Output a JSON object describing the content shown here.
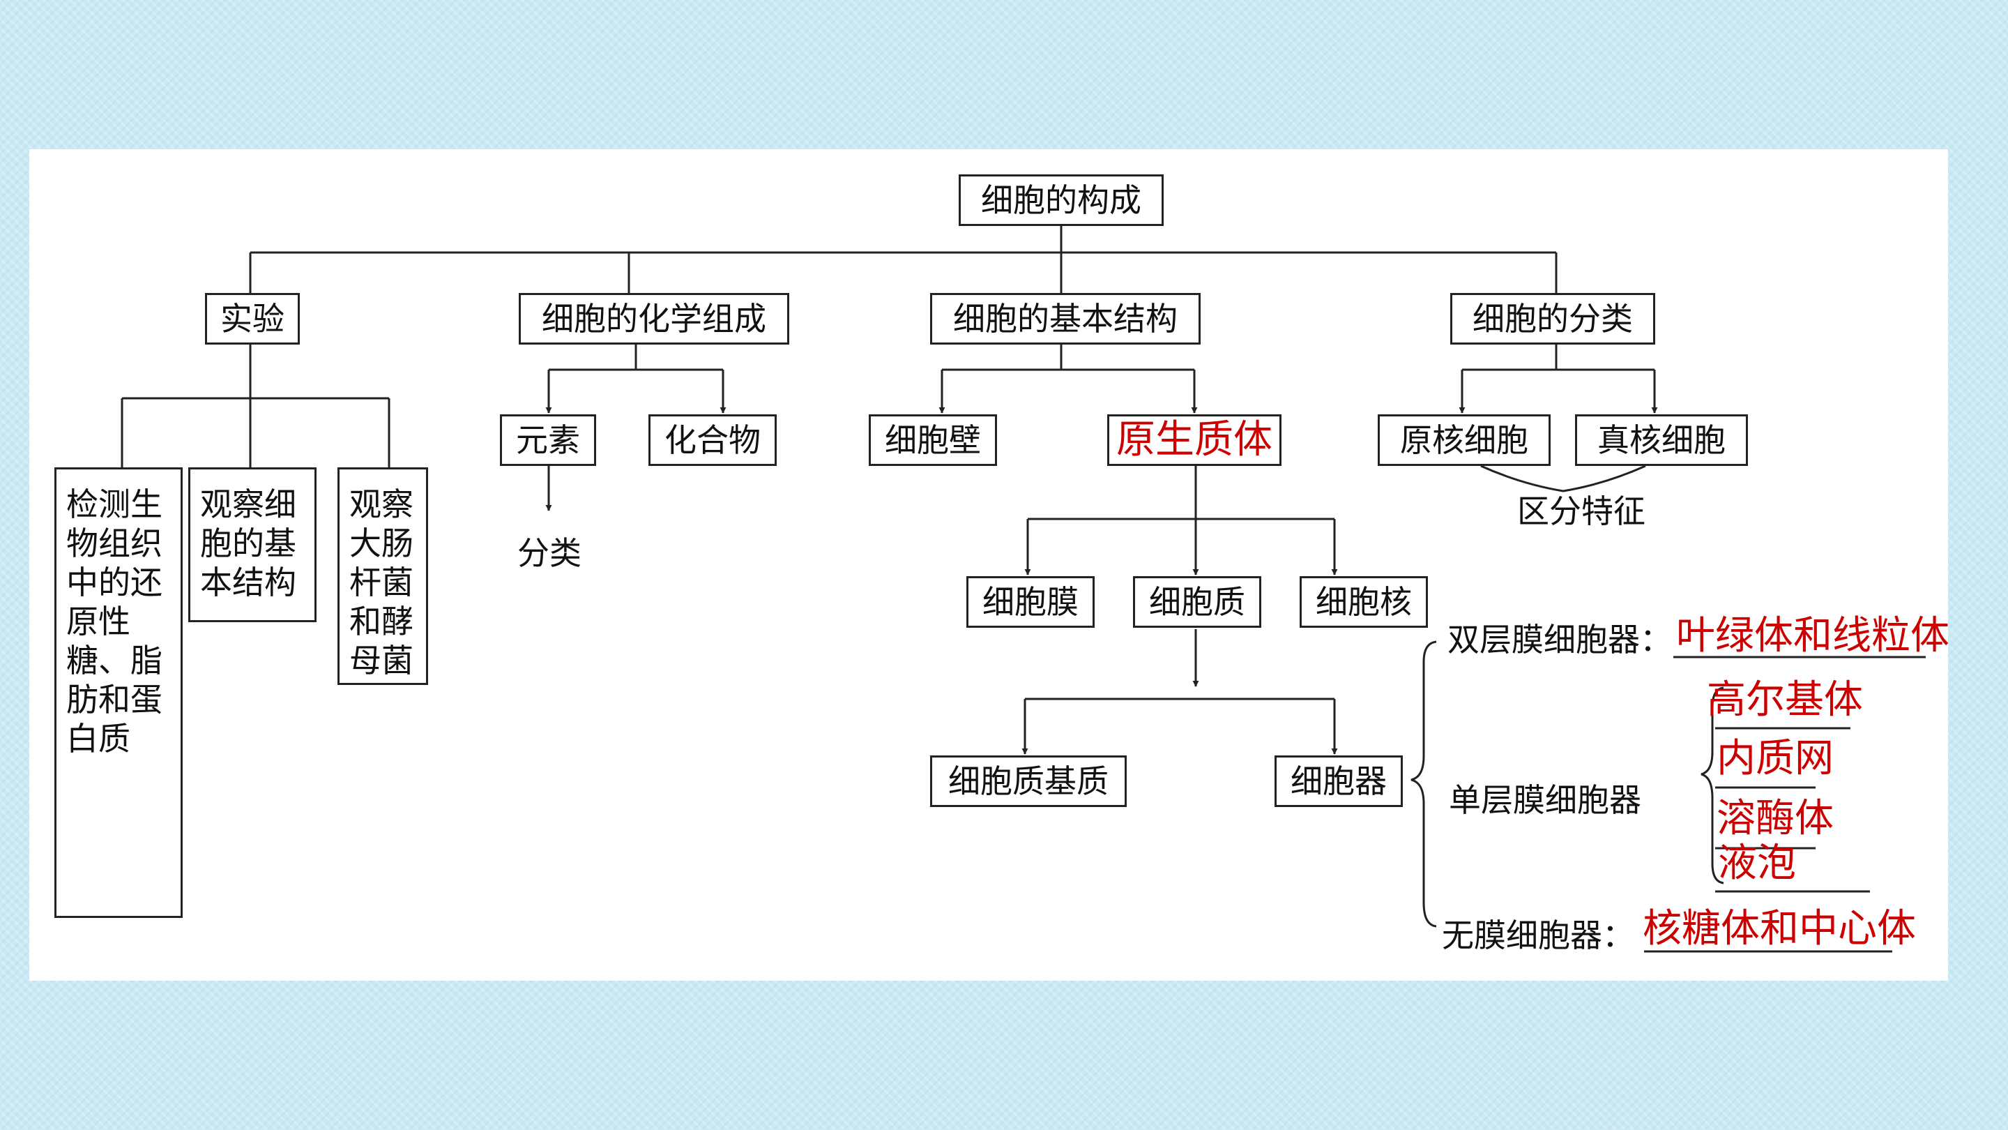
{
  "root": "细胞的构成",
  "level1": {
    "experiment": "实验",
    "chemical": "细胞的化学组成",
    "structure": "细胞的基本结构",
    "classification": "细胞的分类"
  },
  "experiments": [
    "检测生物组织中的还原性糖、脂肪和蛋白质",
    "观察细胞的基本结构",
    "观察大肠杆菌和酵母菌"
  ],
  "chemical": {
    "element": "元素",
    "compound": "化合物",
    "element_note": "分类"
  },
  "structure": {
    "cell_wall": "细胞壁",
    "protoplast": "原生质体"
  },
  "classification": {
    "prokaryote": "原核细胞",
    "eukaryote": "真核细胞",
    "note": "区分特征"
  },
  "protoplast": {
    "membrane": "细胞膜",
    "cytoplasm": "细胞质",
    "nucleus": "细胞核"
  },
  "cytoplasm": {
    "matrix": "细胞质基质",
    "organelle": "细胞器"
  },
  "organelles": {
    "double_label": "双层膜细胞器：",
    "double_answer": "叶绿体和线粒体",
    "single_label": "单层膜细胞器",
    "single_answers": [
      "高尔基体",
      "内质网",
      "溶酶体",
      "液泡"
    ],
    "none_label": "无膜细胞器：",
    "none_answer": "核糖体和中心体"
  },
  "colors": {
    "background": "#cbe9f4",
    "panel": "#ffffff",
    "answer": "#cc0000",
    "line": "#222222"
  }
}
